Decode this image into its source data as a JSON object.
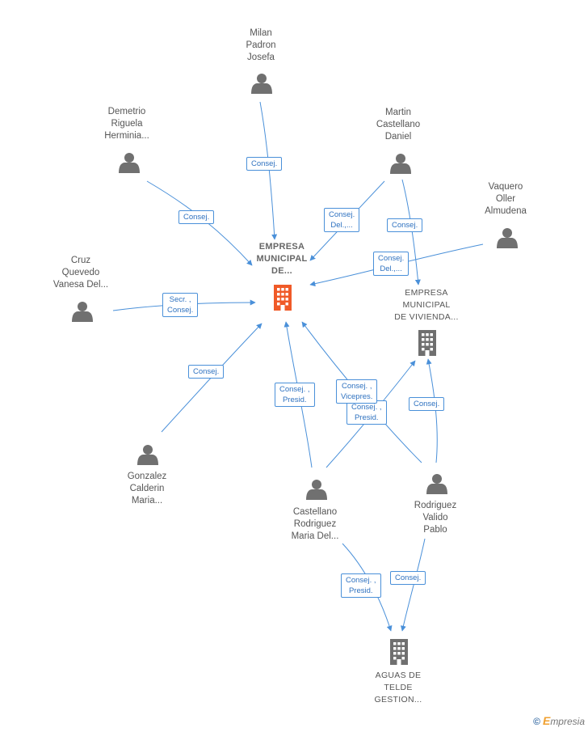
{
  "colors": {
    "edge": "#4a90d9",
    "person_icon": "#707070",
    "company_icon": "#6f6f6f",
    "main_company_icon": "#f05a28"
  },
  "nodes": [
    {
      "id": "milan",
      "kind": "person",
      "lines": [
        "Milan",
        "Padron",
        "Josefa"
      ]
    },
    {
      "id": "demetrio",
      "kind": "person",
      "lines": [
        "Demetrio",
        "Riguela",
        "Herminia..."
      ]
    },
    {
      "id": "martin",
      "kind": "person",
      "lines": [
        "Martin",
        "Castellano",
        "Daniel"
      ]
    },
    {
      "id": "vaquero",
      "kind": "person",
      "lines": [
        "Vaquero",
        "Oller",
        "Almudena"
      ]
    },
    {
      "id": "cruz",
      "kind": "person",
      "lines": [
        "Cruz",
        "Quevedo",
        "Vanesa Del..."
      ]
    },
    {
      "id": "gonzalez",
      "kind": "person",
      "lines": [
        "Gonzalez",
        "Calderin",
        "Maria..."
      ]
    },
    {
      "id": "castellano",
      "kind": "person",
      "lines": [
        "Castellano",
        "Rodriguez",
        "Maria Del..."
      ]
    },
    {
      "id": "rodriguez",
      "kind": "person",
      "lines": [
        "Rodriguez",
        "Valido",
        "Pablo"
      ]
    },
    {
      "id": "main",
      "kind": "main-company",
      "lines": [
        "EMPRESA",
        "MUNICIPAL",
        "DE..."
      ]
    },
    {
      "id": "vivienda",
      "kind": "company",
      "lines": [
        "EMPRESA",
        "MUNICIPAL",
        "DE VIVIENDA..."
      ]
    },
    {
      "id": "aguas",
      "kind": "company",
      "lines": [
        "AGUAS DE",
        "TELDE",
        "GESTION..."
      ]
    }
  ],
  "edges": [
    {
      "id": "milan-main",
      "lines": [
        "Consej."
      ]
    },
    {
      "id": "demetrio-main",
      "lines": [
        "Consej."
      ]
    },
    {
      "id": "martin-main",
      "lines": [
        "Consej.",
        "Del.,..."
      ]
    },
    {
      "id": "martin-vivienda",
      "lines": [
        "Consej."
      ]
    },
    {
      "id": "vaquero-main",
      "lines": [
        "Consej.",
        "Del.,..."
      ]
    },
    {
      "id": "cruz-main",
      "lines": [
        "Secr. ,",
        "Consej."
      ]
    },
    {
      "id": "gonzalez-main",
      "lines": [
        "Consej."
      ]
    },
    {
      "id": "castellano-main",
      "lines": [
        "Consej. ,",
        "Presid."
      ]
    },
    {
      "id": "castellano-vivienda",
      "lines": [
        "Consej. ,",
        "Presid."
      ]
    },
    {
      "id": "rodriguez-main",
      "lines": [
        "Consej. ,",
        "Vicepres."
      ]
    },
    {
      "id": "rodriguez-vivienda",
      "lines": [
        "Consej."
      ]
    },
    {
      "id": "castellano-aguas",
      "lines": [
        "Consej. ,",
        "Presid."
      ]
    },
    {
      "id": "rodriguez-aguas",
      "lines": [
        "Consej."
      ]
    }
  ],
  "watermark": {
    "copyright": "©",
    "brand_initial": "E",
    "brand_rest": "mpresia"
  }
}
